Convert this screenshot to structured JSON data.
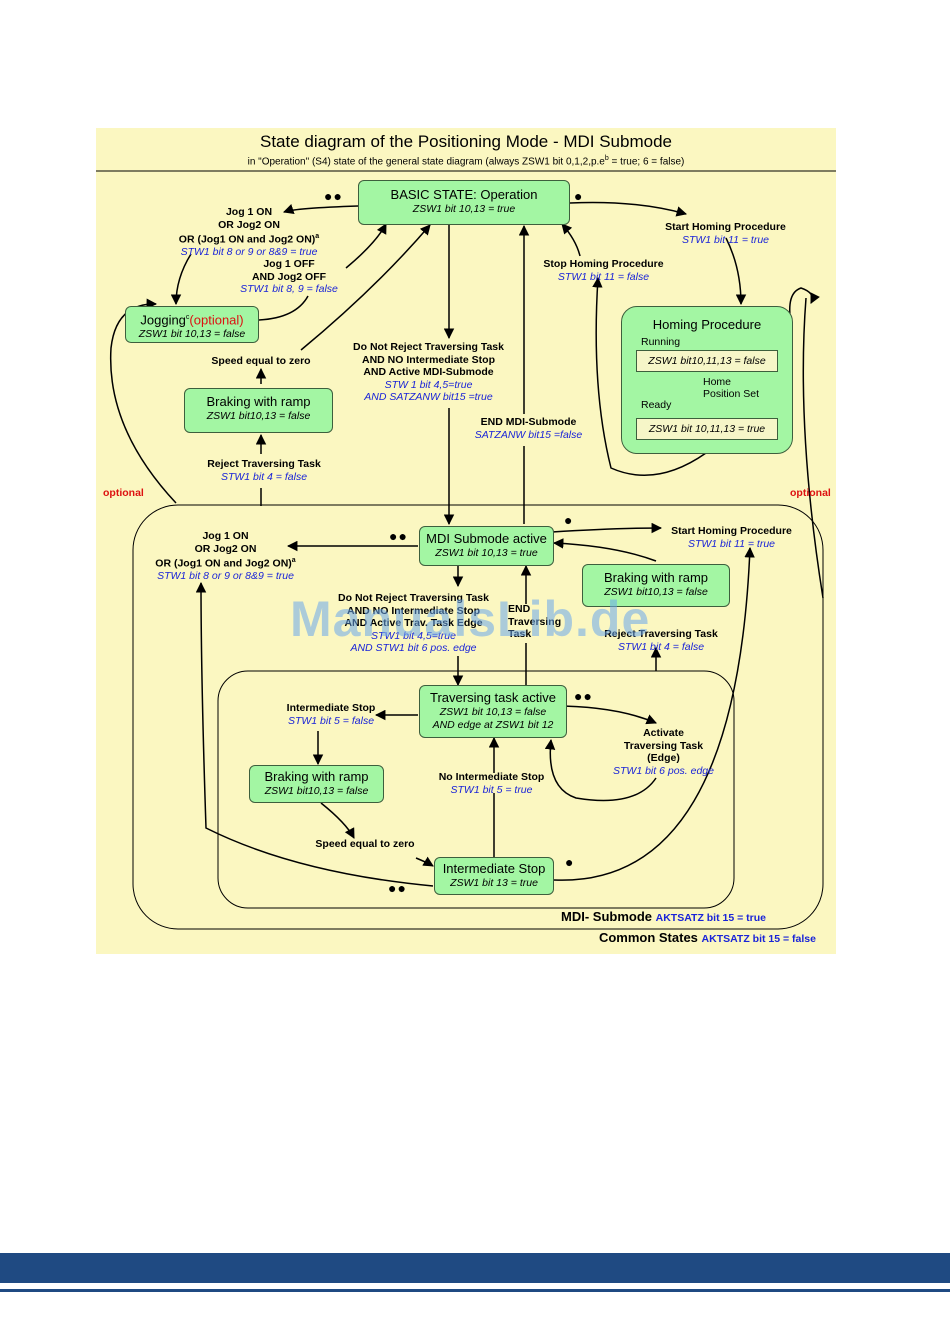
{
  "header": {
    "title": "State diagram of the Positioning Mode - MDI Submode",
    "subtitle": "in \"Operation\" (S4) state of the general state diagram (always ZSW1 bit 0,1,2,p.e",
    "subtitle_sup": "b",
    "subtitle_end": " = true; 6 = false)"
  },
  "states": {
    "basic": {
      "title": "BASIC STATE: Operation",
      "cond": "ZSW1 bit 10,13 = true"
    },
    "jogging": {
      "title": "Jogging",
      "sup": "c",
      "opt": "(optional)",
      "cond": "ZSW1 bit 10,13 = false"
    },
    "braking1": {
      "title": "Braking with ramp",
      "cond": "ZSW1 bit10,13 = false"
    },
    "homing": {
      "title": "Homing Procedure",
      "running": "Running",
      "running_cond": "ZSW1 bit10,11,13 = false",
      "home_set": "Home Position Set",
      "ready": "Ready",
      "ready_cond": "ZSW1 bit 10,11,13 = true"
    },
    "mdi": {
      "title": "MDI Submode active",
      "cond": "ZSW1 bit 10,13 = true"
    },
    "braking2": {
      "title": "Braking with ramp",
      "cond": "ZSW1 bit10,13 = false"
    },
    "traversing": {
      "title": "Traversing task active",
      "cond1": "ZSW1 bit 10,13 = false",
      "cond2": "AND edge at ZSW1 bit 12"
    },
    "braking3": {
      "title": "Braking with ramp",
      "cond": "ZSW1 bit10,13 = false"
    },
    "interstop": {
      "title": "Intermediate Stop",
      "cond": "ZSW1 bit 13 = true"
    }
  },
  "labels": {
    "jog_on_top": {
      "l1": "Jog 1 ON",
      "l2": "OR Jog2 ON",
      "l3": "OR (Jog1 ON and Jog2 ON)",
      "sup": "a",
      "b": "STW1 bit 8 or 9 or 8&9 = true"
    },
    "jog_off": {
      "l1": "Jog 1 OFF",
      "l2": "AND Jog2 OFF",
      "b": "STW1 bit 8, 9 = false"
    },
    "speed_zero_top": "Speed equal to zero",
    "reject_top": {
      "l1": "Reject Traversing Task",
      "b": "STW1 bit 4 = false"
    },
    "do_not_reject_top": {
      "l1": "Do Not Reject Traversing Task",
      "l2": "AND NO Intermediate Stop",
      "l3": "AND Active MDI-Submode",
      "b1": "STW 1 bit 4,5=true",
      "b2": "AND SATZANW bit15 =true"
    },
    "end_mdi": {
      "l1": "END MDI-Submode",
      "b": "SATZANW bit15 =false"
    },
    "stop_homing": {
      "l1": "Stop Homing Procedure",
      "b": "STW1 bit 11 = false"
    },
    "start_homing_top": {
      "l1": "Start Homing Procedure",
      "b": "STW1 bit 11 = true"
    },
    "start_homing_mid": {
      "l1": "Start Homing Procedure",
      "b": "STW1 bit 11 = true"
    },
    "jog_on_mid": {
      "l1": "Jog 1 ON",
      "l2": "OR Jog2 ON",
      "l3": "OR (Jog1 ON and Jog2 ON)",
      "sup": "a",
      "b": "STW1 bit 8 or 9 or 8&9 = true"
    },
    "do_not_reject_mid": {
      "l1": "Do Not Reject Traversing Task",
      "l2": "AND NO Intermediate Stop",
      "l3": "AND Active Trav. Task Edge",
      "b1": "STW1 bit 4,5=true",
      "b2": "AND STW1 bit 6  pos. edge"
    },
    "end_trav": {
      "l1": "END",
      "l2": "Traversing",
      "l3": "Task"
    },
    "reject_mid": {
      "l1": "Reject Traversing Task",
      "b": "STW1 bit 4 = false"
    },
    "inter_stop_lab": {
      "l1": "Intermediate Stop",
      "b": "STW1 bit 5 = false"
    },
    "activate_trav": {
      "l1": "Activate",
      "l2": "Traversing Task",
      "l3": "(Edge)",
      "b": "STW1 bit 6 pos. edge"
    },
    "no_inter_stop": {
      "l1": "No Intermediate Stop",
      "b": "STW1 bit 5 = true"
    },
    "speed_zero_bottom": "Speed equal to zero",
    "optional_left": "optional",
    "optional_right": "optional",
    "mdi_submode": {
      "l1": "MDI- Submode",
      "b": "AKTSATZ bit 15 = true"
    },
    "common_states": {
      "l1": "Common States",
      "b": "AKTSATZ bit 15 = false"
    }
  },
  "watermark": "ManualsLib.de",
  "colors": {
    "state_fill": "#a3f6a3",
    "background": "#fbf7c1",
    "condition_text": "#1a24d8",
    "optional": "#d11111",
    "banner": "#1f4a82"
  }
}
